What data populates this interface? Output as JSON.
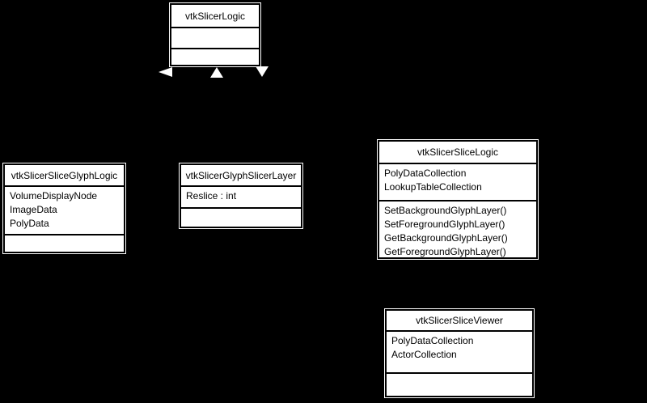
{
  "diagram": {
    "type": "uml-class-diagram",
    "background_color": "#000000",
    "node_fill_color": "#ffffff",
    "node_border_color": "#000000",
    "node_halo_color": "#ffffff",
    "text_color": "#000000",
    "arrow_color": "#ffffff"
  },
  "classes": [
    {
      "name": "vtkSlicerLogic",
      "attributes": [],
      "methods": []
    },
    {
      "name": "vtkSlicerSliceGlyphLogic",
      "attributes": [
        "VolumeDisplayNode",
        "ImageData",
        "PolyData"
      ],
      "methods": []
    },
    {
      "name": "vtkSlicerGlyphSlicerLayer",
      "attributes": [
        "Reslice : int"
      ],
      "methods": []
    },
    {
      "name": "vtkSlicerSliceLogic",
      "attributes": [
        "PolyDataCollection",
        "LookupTableCollection"
      ],
      "methods": [
        "SetBackgroundGlyphLayer()",
        "SetForegroundGlyphLayer()",
        "GetBackgroundGlyphLayer()",
        "GetForegroundGlyphLayer()"
      ]
    },
    {
      "name": "vtkSlicerSliceViewer",
      "attributes": [
        "PolyDataCollection",
        "ActorCollection"
      ],
      "methods": []
    }
  ],
  "arrows": [
    {
      "name": "inheritance-arrow-left",
      "direction": "left"
    },
    {
      "name": "inheritance-arrow-up",
      "direction": "up"
    },
    {
      "name": "inheritance-arrow-down",
      "direction": "down"
    }
  ]
}
